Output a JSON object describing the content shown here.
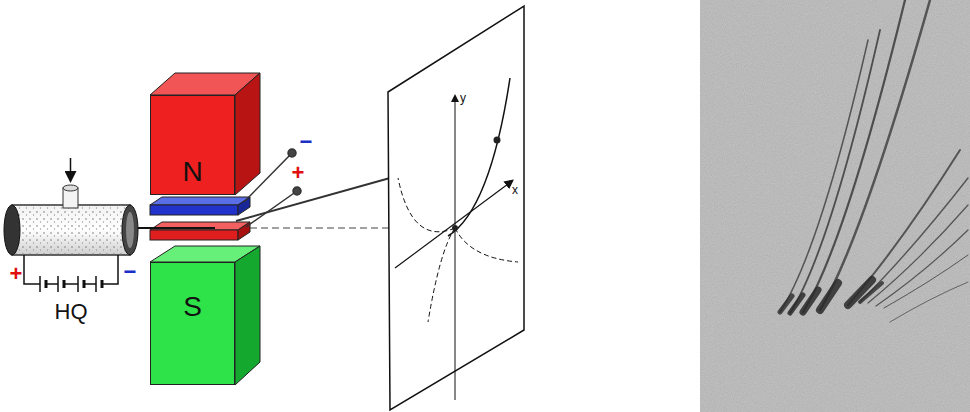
{
  "diagram": {
    "nodes": [
      {
        "text": [
          "N"
        ]
      },
      {
        "text": [
          "S"
        ]
      }
    ],
    "labels": [
      "+",
      "−",
      "HQ",
      "−",
      "+",
      "y",
      "x"
    ]
  }
}
